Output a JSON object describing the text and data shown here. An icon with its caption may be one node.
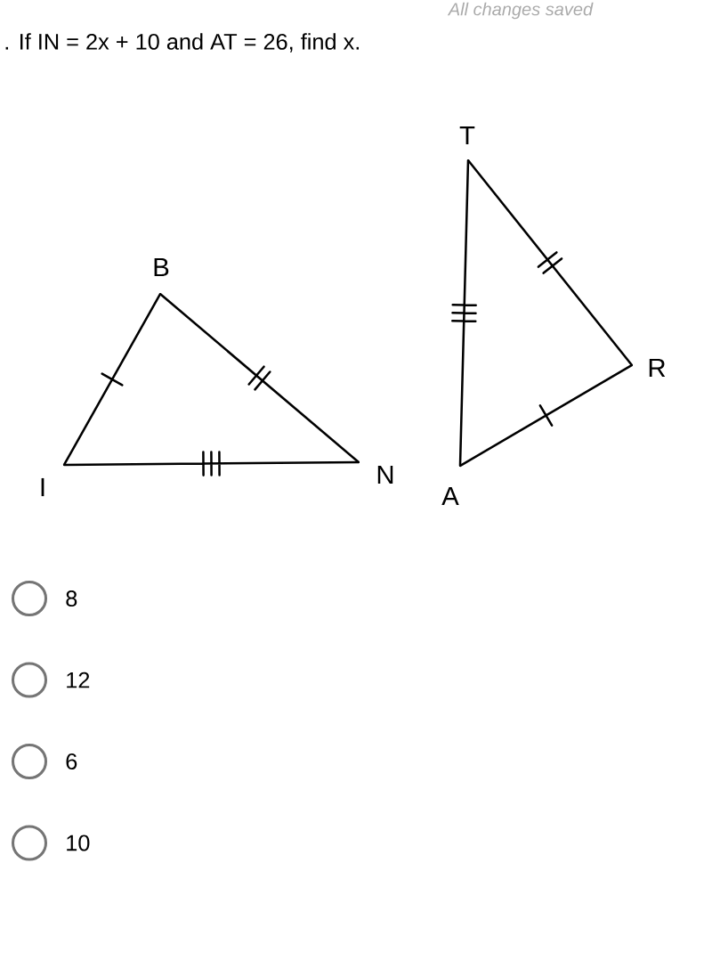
{
  "diagram": {
    "title": ". If IN = 2x + 10 and AT = 26, find x.",
    "nodes": [
      {
        "text": [
          "B"
        ]
      },
      {
        "text": [
          "I"
        ]
      },
      {
        "text": [
          "N"
        ]
      },
      {
        "text": [
          "T"
        ]
      },
      {
        "text": [
          "R"
        ]
      },
      {
        "text": [
          "A"
        ]
      }
    ],
    "edges": [
      {
        "from": 0,
        "to": 1,
        "arrow": "none"
      },
      {
        "from": 0,
        "to": 2,
        "arrow": "none"
      },
      {
        "from": 1,
        "to": 2,
        "arrow": "none"
      },
      {
        "from": 3,
        "to": 4,
        "arrow": "none"
      },
      {
        "from": 4,
        "to": 5,
        "arrow": "none"
      },
      {
        "from": 5,
        "to": 3,
        "arrow": "none"
      }
    ],
    "labels": [
      "All changes saved",
      "8",
      "12",
      "6",
      "10"
    ]
  }
}
